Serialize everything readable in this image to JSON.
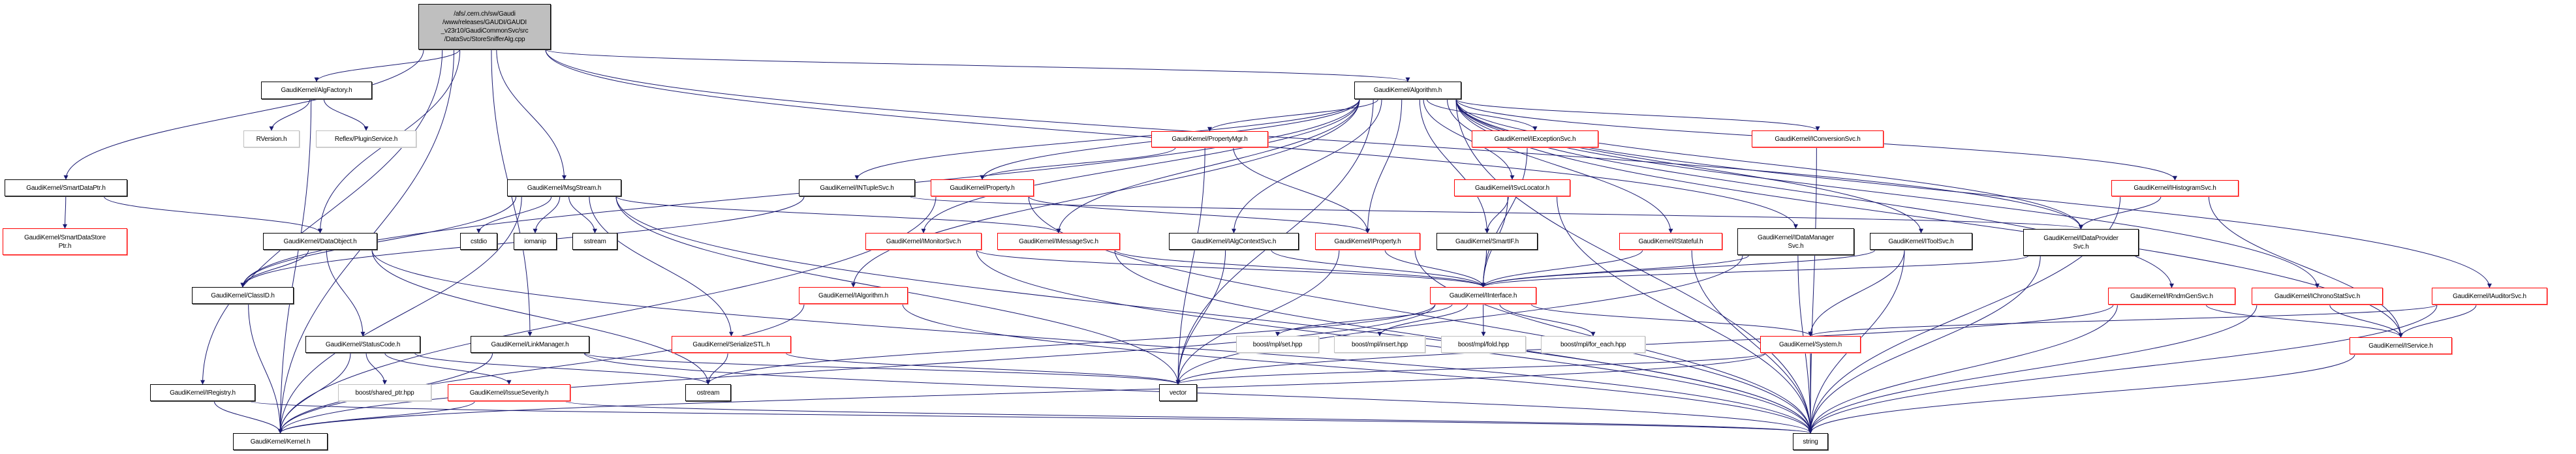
{
  "graph": {
    "edge_color": "#191970",
    "border_colors": {
      "normal": "#000000",
      "red": "#ff0000",
      "external": "#bfbfbf",
      "root_fill": "#bfbfbf"
    },
    "nodes": [
      {
        "id": "root",
        "label": "/afs/.cern.ch/sw/Gaudi\n/www/releases/GAUDI/GAUDI\n_v23r10/GaudiCommonSvc/src\n/DataSvc/StoreSnifferAlg.cpp",
        "style": "root"
      },
      {
        "id": "AlgFactory",
        "label": "GaudiKernel/AlgFactory.h",
        "style": "normal"
      },
      {
        "id": "RVersion",
        "label": "RVersion.h",
        "style": "external"
      },
      {
        "id": "PluginService",
        "label": "Reflex/PluginService.h",
        "style": "external"
      },
      {
        "id": "SmartDataPtr",
        "label": "GaudiKernel/SmartDataPtr.h",
        "style": "normal"
      },
      {
        "id": "SmartDataStorePtr",
        "label": "GaudiKernel/SmartDataStore\nPtr.h",
        "style": "red"
      },
      {
        "id": "MsgStream",
        "label": "GaudiKernel/MsgStream.h",
        "style": "normal"
      },
      {
        "id": "DataObject",
        "label": "GaudiKernel/DataObject.h",
        "style": "normal"
      },
      {
        "id": "cstdio",
        "label": "cstdio",
        "style": "normal"
      },
      {
        "id": "iomanip",
        "label": "iomanip",
        "style": "normal"
      },
      {
        "id": "sstream",
        "label": "sstream",
        "style": "normal"
      },
      {
        "id": "ClassID",
        "label": "GaudiKernel/ClassID.h",
        "style": "normal"
      },
      {
        "id": "StatusCode",
        "label": "GaudiKernel/StatusCode.h",
        "style": "normal"
      },
      {
        "id": "LinkManager",
        "label": "GaudiKernel/LinkManager.h",
        "style": "normal"
      },
      {
        "id": "IRegistry",
        "label": "GaudiKernel/IRegistry.h",
        "style": "normal"
      },
      {
        "id": "shared_ptr",
        "label": "boost/shared_ptr.hpp",
        "style": "external"
      },
      {
        "id": "IssueSeverity",
        "label": "GaudiKernel/IssueSeverity.h",
        "style": "red"
      },
      {
        "id": "Kernel",
        "label": "GaudiKernel/Kernel.h",
        "style": "normal"
      },
      {
        "id": "Algorithm",
        "label": "GaudiKernel/Algorithm.h",
        "style": "normal"
      },
      {
        "id": "PropertyMgr",
        "label": "GaudiKernel/PropertyMgr.h",
        "style": "red"
      },
      {
        "id": "INTupleSvc",
        "label": "GaudiKernel/INTupleSvc.h",
        "style": "normal"
      },
      {
        "id": "Property",
        "label": "GaudiKernel/Property.h",
        "style": "red"
      },
      {
        "id": "IMonitorSvc",
        "label": "GaudiKernel/IMonitorSvc.h",
        "style": "red"
      },
      {
        "id": "IMessageSvc",
        "label": "GaudiKernel/IMessageSvc.h",
        "style": "red"
      },
      {
        "id": "IAlgContextSvc",
        "label": "GaudiKernel/IAlgContextSvc.h",
        "style": "normal"
      },
      {
        "id": "IAlgorithm",
        "label": "GaudiKernel/IAlgorithm.h",
        "style": "red"
      },
      {
        "id": "SerializeSTL",
        "label": "GaudiKernel/SerializeSTL.h",
        "style": "red"
      },
      {
        "id": "ostream",
        "label": "ostream",
        "style": "normal"
      },
      {
        "id": "vector",
        "label": "vector",
        "style": "normal"
      },
      {
        "id": "IExceptionSvc",
        "label": "GaudiKernel/IExceptionSvc.h",
        "style": "red"
      },
      {
        "id": "IConversionSvc",
        "label": "GaudiKernel/IConversionSvc.h",
        "style": "red"
      },
      {
        "id": "ISvcLocator",
        "label": "GaudiKernel/ISvcLocator.h",
        "style": "red"
      },
      {
        "id": "IProperty",
        "label": "GaudiKernel/IProperty.h",
        "style": "red"
      },
      {
        "id": "SmartIF",
        "label": "GaudiKernel/SmartIF.h",
        "style": "normal"
      },
      {
        "id": "IStateful",
        "label": "GaudiKernel/IStateful.h",
        "style": "red"
      },
      {
        "id": "IDataManagerSvc",
        "label": "GaudiKernel/IDataManager\nSvc.h",
        "style": "normal"
      },
      {
        "id": "IToolSvc",
        "label": "GaudiKernel/IToolSvc.h",
        "style": "normal"
      },
      {
        "id": "IInterface",
        "label": "GaudiKernel/IInterface.h",
        "style": "red"
      },
      {
        "id": "mpl_set",
        "label": "boost/mpl/set.hpp",
        "style": "external"
      },
      {
        "id": "mpl_insert",
        "label": "boost/mpl/insert.hpp",
        "style": "external"
      },
      {
        "id": "mpl_fold",
        "label": "boost/mpl/fold.hpp",
        "style": "external"
      },
      {
        "id": "mpl_for_each",
        "label": "boost/mpl/for_each.hpp",
        "style": "external"
      },
      {
        "id": "System",
        "label": "GaudiKernel/System.h",
        "style": "red"
      },
      {
        "id": "string",
        "label": "string",
        "style": "normal"
      },
      {
        "id": "IHistogramSvc",
        "label": "GaudiKernel/IHistogramSvc.h",
        "style": "red"
      },
      {
        "id": "IDataProviderSvc",
        "label": "GaudiKernel/IDataProvider\nSvc.h",
        "style": "normal"
      },
      {
        "id": "IRndmGenSvc",
        "label": "GaudiKernel/IRndmGenSvc.h",
        "style": "red"
      },
      {
        "id": "IChronoStatSvc",
        "label": "GaudiKernel/IChronoStatSvc.h",
        "style": "red"
      },
      {
        "id": "IAuditorSvc",
        "label": "GaudiKernel/IAuditorSvc.h",
        "style": "red"
      },
      {
        "id": "IService",
        "label": "GaudiKernel/IService.h",
        "style": "red"
      }
    ],
    "edges": [
      [
        "root",
        "SmartDataPtr"
      ],
      [
        "root",
        "AlgFactory"
      ],
      [
        "root",
        "DataObject"
      ],
      [
        "root",
        "IRegistry"
      ],
      [
        "root",
        "LinkManager"
      ],
      [
        "root",
        "MsgStream"
      ],
      [
        "root",
        "Algorithm"
      ],
      [
        "root",
        "IDataManagerSvc"
      ],
      [
        "root",
        "IDataProviderSvc"
      ],
      [
        "root",
        "Kernel"
      ],
      [
        "AlgFactory",
        "RVersion"
      ],
      [
        "AlgFactory",
        "PluginService"
      ],
      [
        "AlgFactory",
        "Kernel"
      ],
      [
        "SmartDataPtr",
        "SmartDataStorePtr"
      ],
      [
        "SmartDataPtr",
        "DataObject"
      ],
      [
        "MsgStream",
        "cstdio"
      ],
      [
        "MsgStream",
        "iomanip"
      ],
      [
        "MsgStream",
        "sstream"
      ],
      [
        "MsgStream",
        "SerializeSTL"
      ],
      [
        "MsgStream",
        "IMessageSvc"
      ],
      [
        "MsgStream",
        "string"
      ],
      [
        "MsgStream",
        "vector"
      ],
      [
        "MsgStream",
        "ClassID"
      ],
      [
        "MsgStream",
        "Kernel"
      ],
      [
        "DataObject",
        "ClassID"
      ],
      [
        "DataObject",
        "StatusCode"
      ],
      [
        "DataObject",
        "ostream"
      ],
      [
        "DataObject",
        "string"
      ],
      [
        "ClassID",
        "Kernel"
      ],
      [
        "StatusCode",
        "Kernel"
      ],
      [
        "StatusCode",
        "shared_ptr"
      ],
      [
        "StatusCode",
        "IssueSeverity"
      ],
      [
        "StatusCode",
        "ostream"
      ],
      [
        "IssueSeverity",
        "Kernel"
      ],
      [
        "IssueSeverity",
        "string"
      ],
      [
        "IRegistry",
        "Kernel"
      ],
      [
        "IRegistry",
        "string"
      ],
      [
        "LinkManager",
        "Kernel"
      ],
      [
        "LinkManager",
        "string"
      ],
      [
        "LinkManager",
        "vector"
      ],
      [
        "SerializeSTL",
        "ostream"
      ],
      [
        "SerializeSTL",
        "vector"
      ],
      [
        "Algorithm",
        "INTupleSvc"
      ],
      [
        "Algorithm",
        "Property"
      ],
      [
        "Algorithm",
        "PropertyMgr"
      ],
      [
        "Algorithm",
        "IAlgorithm"
      ],
      [
        "Algorithm",
        "IMonitorSvc"
      ],
      [
        "Algorithm",
        "IMessageSvc"
      ],
      [
        "Algorithm",
        "IAlgContextSvc"
      ],
      [
        "Algorithm",
        "IProperty"
      ],
      [
        "Algorithm",
        "SmartIF"
      ],
      [
        "Algorithm",
        "ISvcLocator"
      ],
      [
        "Algorithm",
        "IExceptionSvc"
      ],
      [
        "Algorithm",
        "IStateful"
      ],
      [
        "Algorithm",
        "IConversionSvc"
      ],
      [
        "Algorithm",
        "IHistogramSvc"
      ],
      [
        "Algorithm",
        "IDataProviderSvc"
      ],
      [
        "Algorithm",
        "IToolSvc"
      ],
      [
        "Algorithm",
        "IRndmGenSvc"
      ],
      [
        "Algorithm",
        "IChronoStatSvc"
      ],
      [
        "Algorithm",
        "IAuditorSvc"
      ],
      [
        "Algorithm",
        "IService"
      ],
      [
        "Algorithm",
        "string"
      ],
      [
        "Algorithm",
        "vector"
      ],
      [
        "Algorithm",
        "ClassID"
      ],
      [
        "PropertyMgr",
        "Property"
      ],
      [
        "PropertyMgr",
        "IProperty"
      ],
      [
        "PropertyMgr",
        "vector"
      ],
      [
        "Property",
        "IProperty"
      ],
      [
        "Property",
        "string"
      ],
      [
        "Property",
        "Kernel"
      ],
      [
        "INTupleSvc",
        "IDataProviderSvc"
      ],
      [
        "INTupleSvc",
        "ClassID"
      ],
      [
        "IAlgorithm",
        "Kernel"
      ],
      [
        "IAlgorithm",
        "string"
      ],
      [
        "IMonitorSvc",
        "IInterface"
      ],
      [
        "IMonitorSvc",
        "string"
      ],
      [
        "IMessageSvc",
        "IInterface"
      ],
      [
        "IMessageSvc",
        "string"
      ],
      [
        "IAlgContextSvc",
        "IInterface"
      ],
      [
        "IAlgContextSvc",
        "vector"
      ],
      [
        "IProperty",
        "IInterface"
      ],
      [
        "IProperty",
        "string"
      ],
      [
        "IProperty",
        "vector"
      ],
      [
        "SmartIF",
        "IInterface"
      ],
      [
        "ISvcLocator",
        "SmartIF"
      ],
      [
        "ISvcLocator",
        "IInterface"
      ],
      [
        "ISvcLocator",
        "string"
      ],
      [
        "IExceptionSvc",
        "IInterface"
      ],
      [
        "IStateful",
        "IInterface"
      ],
      [
        "IStateful",
        "string"
      ],
      [
        "IConversionSvc",
        "string"
      ],
      [
        "IDataManagerSvc",
        "IInterface"
      ],
      [
        "IDataManagerSvc",
        "vector"
      ],
      [
        "IDataManagerSvc",
        "string"
      ],
      [
        "IToolSvc",
        "IInterface"
      ],
      [
        "IToolSvc",
        "System"
      ],
      [
        "IToolSvc",
        "string"
      ],
      [
        "IInterface",
        "mpl_set"
      ],
      [
        "IInterface",
        "mpl_insert"
      ],
      [
        "IInterface",
        "mpl_fold"
      ],
      [
        "IInterface",
        "mpl_for_each"
      ],
      [
        "IInterface",
        "System"
      ],
      [
        "IInterface",
        "Kernel"
      ],
      [
        "IInterface",
        "ostream"
      ],
      [
        "System",
        "string"
      ],
      [
        "System",
        "vector"
      ],
      [
        "System",
        "Kernel"
      ],
      [
        "IHistogramSvc",
        "IDataProviderSvc"
      ],
      [
        "IHistogramSvc",
        "IService"
      ],
      [
        "IHistogramSvc",
        "string"
      ],
      [
        "IDataProviderSvc",
        "IInterface"
      ],
      [
        "IDataProviderSvc",
        "string"
      ],
      [
        "IRndmGenSvc",
        "IService"
      ],
      [
        "IRndmGenSvc",
        "vector"
      ],
      [
        "IRndmGenSvc",
        "string"
      ],
      [
        "IChronoStatSvc",
        "IService"
      ],
      [
        "IChronoStatSvc",
        "string"
      ],
      [
        "IAuditorSvc",
        "IService"
      ],
      [
        "IAuditorSvc",
        "System"
      ],
      [
        "IAuditorSvc",
        "string"
      ],
      [
        "IService",
        "string"
      ]
    ]
  }
}
